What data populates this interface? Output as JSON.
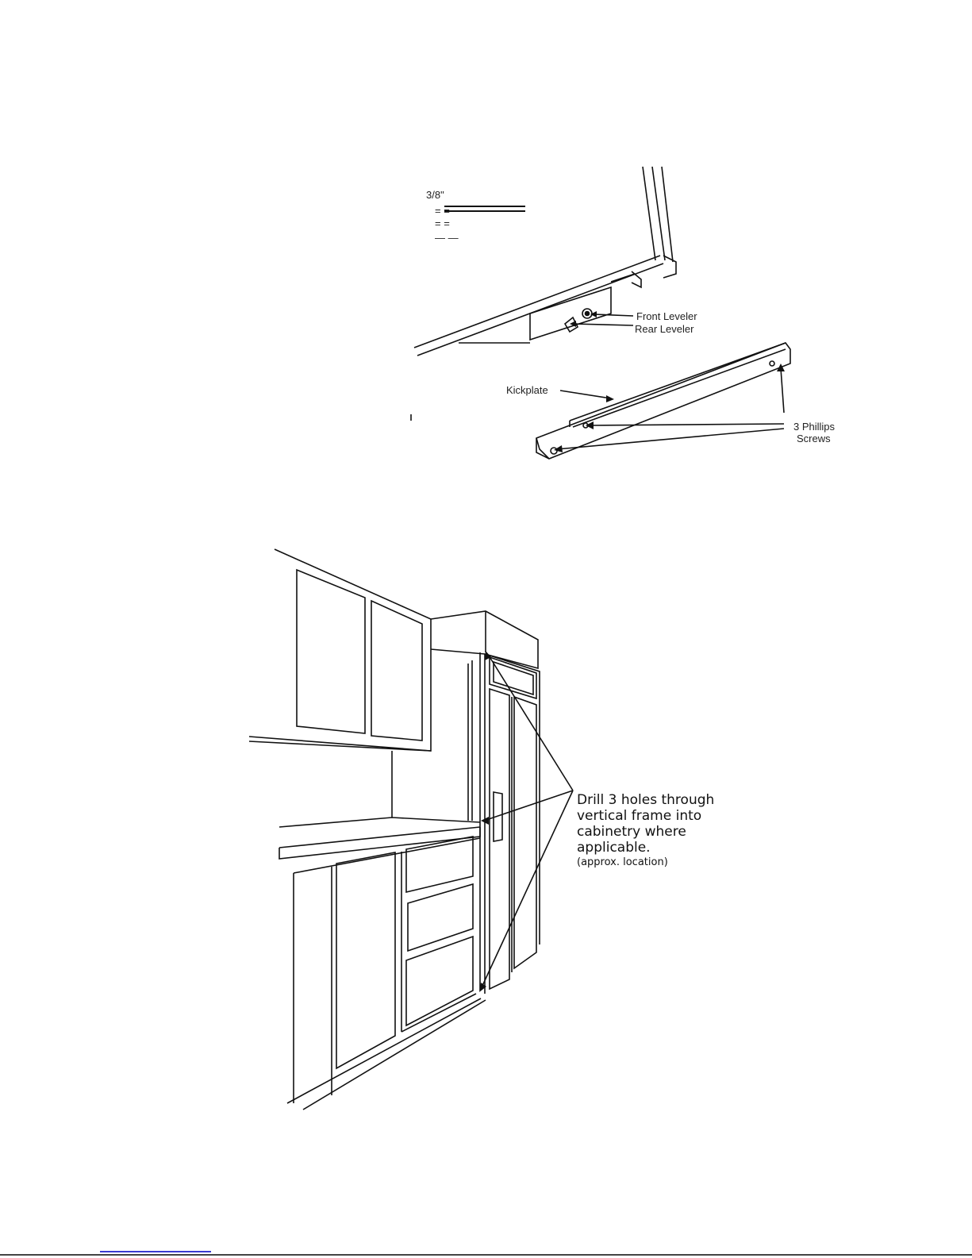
{
  "figure_top": {
    "dimension_label": "3/8\"",
    "labels": {
      "front_leveler": "Front Leveler",
      "rear_leveler": "Rear Leveler",
      "kickplate": "Kickplate",
      "screws": "3 Phillips",
      "screws_line2": "Screws"
    }
  },
  "figure_bottom": {
    "callout_lines": [
      "Drill 3 holes through",
      "vertical frame into",
      "cabinetry where",
      "applicable."
    ],
    "callout_note": "(approx. location)"
  }
}
